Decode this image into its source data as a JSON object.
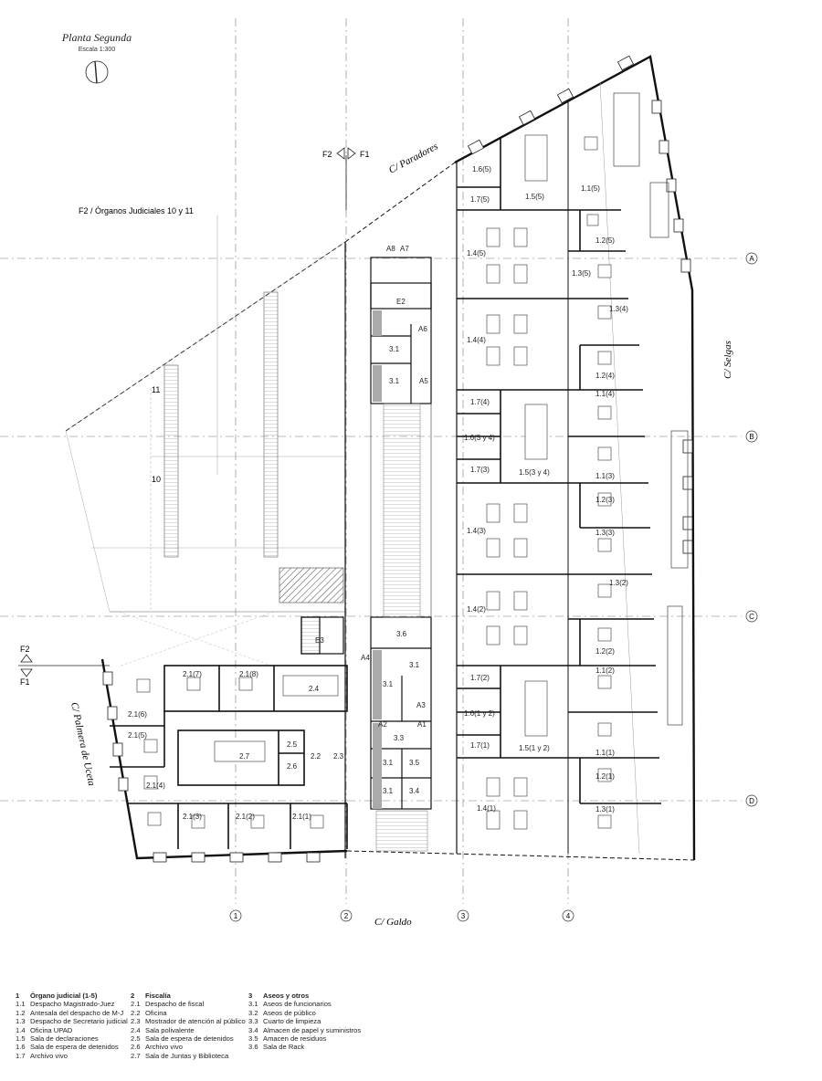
{
  "title": "Planta Segunda",
  "scale": "Escala 1:300",
  "section_markers": {
    "f1": "F1",
    "f2": "F2"
  },
  "zone_label": "F2 / Órganos Judiciales 10 y 11",
  "room_numbers_left": {
    "a": "11",
    "b": "10"
  },
  "streets": {
    "paradores": "C/ Paradores",
    "selgas": "C/ Selgas",
    "galdo": "C/ Galdo",
    "palmera": "C/ Palmera de Uceta"
  },
  "grid_letters": [
    "A",
    "B",
    "C",
    "D"
  ],
  "grid_numbers": [
    "1",
    "2",
    "3",
    "4"
  ],
  "rooms": {
    "r16_5": "1.6(5)",
    "r17_5": "1.7(5)",
    "r15_5": "1.5(5)",
    "r11_5": "1.1(5)",
    "r12_5": "1.2(5)",
    "r14_5": "1.4(5)",
    "r13_5": "1.3(5)",
    "r14_4": "1.4(4)",
    "r13_4": "1.3(4)",
    "r12_4": "1.2(4)",
    "r17_4": "1.7(4)",
    "r11_4": "1.1(4)",
    "r16_34": "1.6(3 y 4)",
    "r15_34": "1.5(3 y 4)",
    "r17_3": "1.7(3)",
    "r11_3": "1.1(3)",
    "r12_3": "1.2(3)",
    "r14_3": "1.4(3)",
    "r13_3": "1.3(3)",
    "r13_2": "1.3(2)",
    "r14_2": "1.4(2)",
    "r12_2": "1.2(2)",
    "r17_2": "1.7(2)",
    "r11_2": "1.1(2)",
    "r16_12": "1.6(1 y 2)",
    "r15_12": "1.5(1 y 2)",
    "r17_1": "1.7(1)",
    "r11_1": "1.1(1)",
    "r12_1": "1.2(1)",
    "r14_1": "1.4(1)",
    "r13_1": "1.3(1)",
    "a8": "A8",
    "a7": "A7",
    "e2": "E2",
    "a6": "A6",
    "c31a": "3.1",
    "c31b": "3.1",
    "a5": "A5",
    "e3": "E3",
    "c36": "3.6",
    "a4": "A4",
    "c31c": "3.1",
    "c31d": "3.1",
    "a3": "A3",
    "a2": "A2",
    "a1": "A1",
    "c33": "3.3",
    "c31e": "3.1",
    "c35": "3.5",
    "c31f": "3.1",
    "c34": "3.4",
    "r21_7": "2.1(7)",
    "r21_8": "2.1(8)",
    "r24": "2.4",
    "r21_6": "2.1(6)",
    "r21_5": "2.1(5)",
    "r27": "2.7",
    "r25": "2.5",
    "r22": "2.2",
    "r23": "2.3",
    "r26": "2.6",
    "r21_4": "2.1(4)",
    "r21_3": "2.1(3)",
    "r21_2": "2.1(2)",
    "r21_1": "2.1(1)"
  },
  "legend": {
    "col1": {
      "heading_num": "1",
      "heading": "Órgano judicial (1-5)",
      "items": [
        {
          "n": "1.1",
          "t": "Despacho Magistrado-Juez"
        },
        {
          "n": "1.2",
          "t": "Antesala del despacho de M-J"
        },
        {
          "n": "1.3",
          "t": "Despacho de Secretario judicial"
        },
        {
          "n": "1.4",
          "t": "Oficina UPAD"
        },
        {
          "n": "1.5",
          "t": "Sala de declaraciones"
        },
        {
          "n": "1.6",
          "t": "Sala de espera de detenidos"
        },
        {
          "n": "1.7",
          "t": "Archivo vivo"
        }
      ]
    },
    "col2": {
      "heading_num": "2",
      "heading": "Fiscalía",
      "items": [
        {
          "n": "2.1",
          "t": "Despacho de fiscal"
        },
        {
          "n": "2.2",
          "t": "Oficina"
        },
        {
          "n": "2.3",
          "t": "Mostrador de atención al público"
        },
        {
          "n": "2.4",
          "t": "Sala polivalente"
        },
        {
          "n": "2.5",
          "t": "Sala de espera de detenidos"
        },
        {
          "n": "2.6",
          "t": "Archivo vivo"
        },
        {
          "n": "2.7",
          "t": "Sala de Juntas y Biblioteca"
        }
      ]
    },
    "col3": {
      "heading_num": "3",
      "heading": "Aseos y otros",
      "items": [
        {
          "n": "3.1",
          "t": "Aseos de funcionarios"
        },
        {
          "n": "3.2",
          "t": "Aseos de público"
        },
        {
          "n": "3.3",
          "t": "Cuarto de limpieza"
        },
        {
          "n": "3.4",
          "t": "Almacen de papel y suministros"
        },
        {
          "n": "3.5",
          "t": "Amacen de residuos"
        },
        {
          "n": "3.6",
          "t": "Sala de Rack"
        }
      ]
    }
  }
}
